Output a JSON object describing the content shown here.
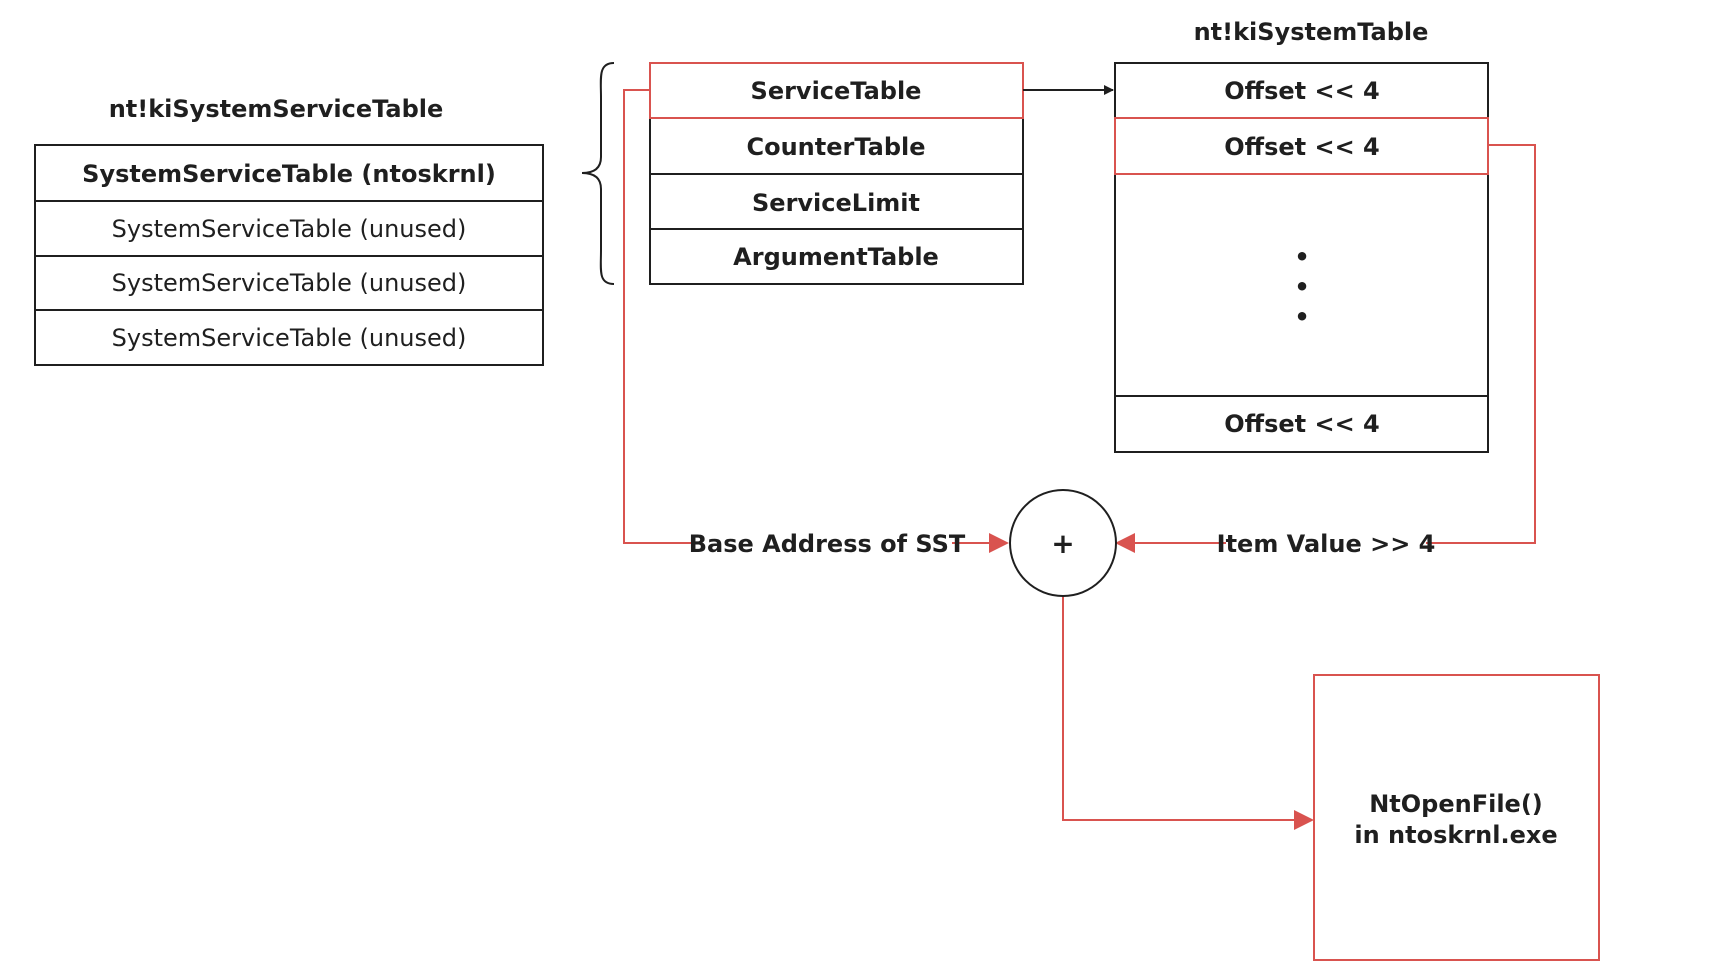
{
  "left_table": {
    "title": "nt!kiSystemServiceTable",
    "rows": [
      "SystemServiceTable (ntoskrnl)",
      "SystemServiceTable (unused)",
      "SystemServiceTable (unused)",
      "SystemServiceTable (unused)"
    ]
  },
  "sst_struct": {
    "fields": [
      "ServiceTable",
      "CounterTable",
      "ServiceLimit",
      "ArgumentTable"
    ]
  },
  "system_table": {
    "title": "nt!kiSystemTable",
    "entry_first": "Offset << 4",
    "entry_second": "Offset << 4",
    "entry_last": "Offset << 4",
    "ellipsis": "•"
  },
  "operations": {
    "base_label": "Base Address of SST",
    "plus": "+",
    "item_label": "Item Value >> 4"
  },
  "result": {
    "line1": "NtOpenFile()",
    "line2": "in ntoskrnl.exe"
  },
  "colors": {
    "stroke": "#1f1f1f",
    "highlight": "#d9534f",
    "background": "#ffffff"
  }
}
